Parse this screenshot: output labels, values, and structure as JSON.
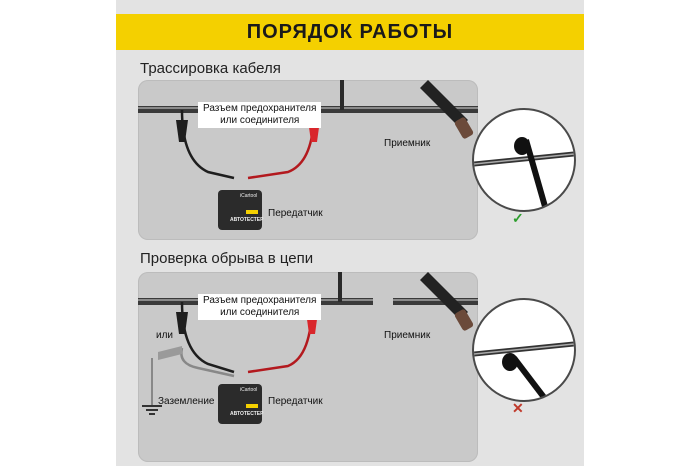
{
  "banner": {
    "title": "ПОРЯДОК РАБОТЫ"
  },
  "section1": {
    "title": "Трассировка кабеля",
    "callout_line1": "Разъем предохранителя",
    "callout_line2": "или соединителя",
    "receiver_label": "Приемник",
    "transmitter_label": "Передатчик",
    "device_brand": "iCartool",
    "device_name": "АВТОТЕСТЕР",
    "result_mark": "✓",
    "result_color": "#2e9e2e"
  },
  "section2": {
    "title": "Проверка обрыва в цепи",
    "callout_line1": "Разъем предохранителя",
    "callout_line2": "или соединителя",
    "or_label": "или",
    "ground_label": "Заземление",
    "receiver_label": "Приемник",
    "transmitter_label": "Передатчик",
    "device_brand": "iCartool",
    "device_name": "АВТОТЕСТЕР",
    "result_mark": "✕",
    "result_color": "#c0392b"
  },
  "colors": {
    "banner": "#f4d000",
    "clip_red": "#d9262b",
    "clip_black": "#1e1e1e",
    "wire_red": "#b3191e"
  }
}
